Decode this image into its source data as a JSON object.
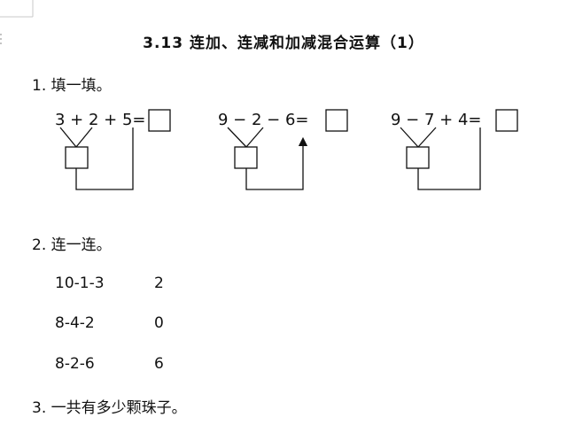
{
  "title": "3.13 连加、连减和加减混合运算（1）",
  "section1": {
    "heading": "1. 填一填。",
    "problems": [
      {
        "expr": "3 + 2 + 5="
      },
      {
        "expr": "9 − 2 − 6="
      },
      {
        "expr": "9 − 7 + 4="
      }
    ]
  },
  "section2": {
    "heading": "2. 连一连。",
    "left": [
      "10-1-3",
      "8-4-2",
      "8-2-6"
    ],
    "right": [
      "2",
      "0",
      "6"
    ]
  },
  "section3": {
    "heading": "3. 一共有多少颗珠子。"
  },
  "colors": {
    "ink": "#111111",
    "mark": "#c8c8c8"
  }
}
